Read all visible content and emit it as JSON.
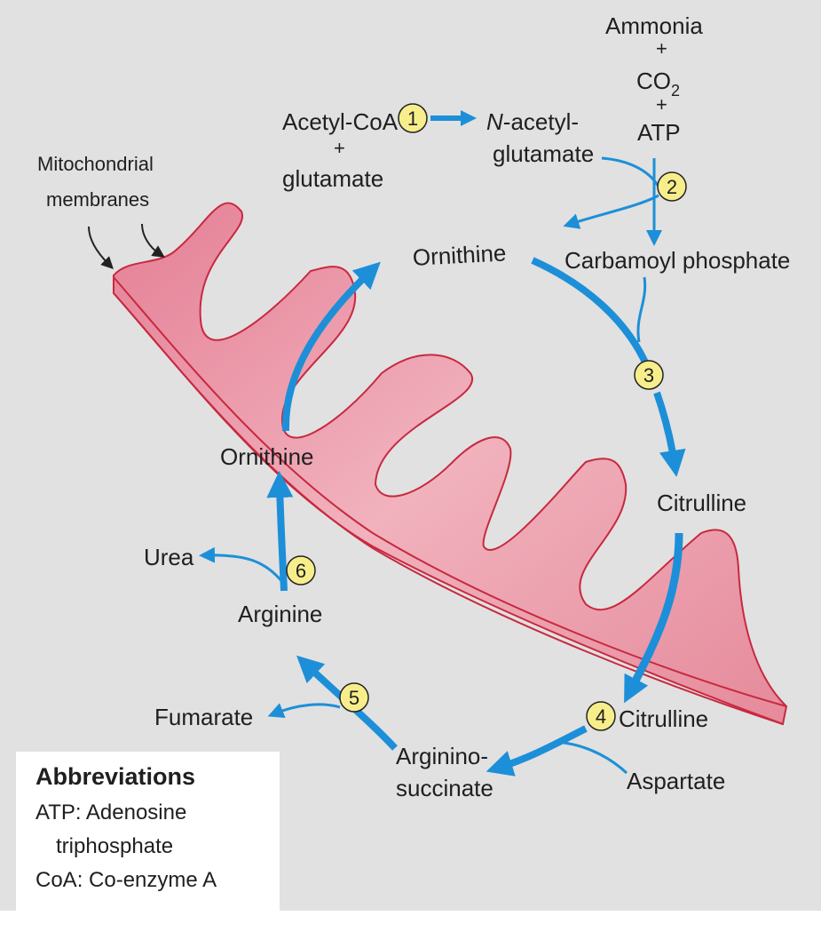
{
  "colors": {
    "background": "#e1e1e1",
    "arrow": "#1d8fd8",
    "membrane_fill": "#eba0ad",
    "membrane_edge": "#c8293f",
    "step_marker": "#f7ee8b",
    "legend_bg": "#ffffff"
  },
  "labels": {
    "mito_line1": "Mitochondrial",
    "mito_line2": "membranes",
    "acetyl_coa": "Acetyl-CoA",
    "plus_1": "+",
    "glutamate": "glutamate",
    "n_acetyl_prefix": "N",
    "n_acetyl_rest": "-acetyl-",
    "glutamate_2": "glutamate",
    "ammonia": "Ammonia",
    "plus_2": "+",
    "co2": "CO",
    "co2_sub": "2",
    "plus_3": "+",
    "atp": "ATP",
    "ornithine_top": "Ornithine",
    "carbamoyl_phosphate": "Carbamoyl phosphate",
    "citrulline_1": "Citrulline",
    "citrulline_2": "Citrulline",
    "aspartate": "Aspartate",
    "argininosuccinate_1": "Arginino-",
    "argininosuccinate_2": "succinate",
    "fumarate": "Fumarate",
    "arginine": "Arginine",
    "urea": "Urea",
    "ornithine_left": "Ornithine"
  },
  "steps": [
    "1",
    "2",
    "3",
    "4",
    "5",
    "6"
  ],
  "abbreviations": {
    "title": "Abbreviations",
    "line1": "ATP: Adenosine",
    "line2": "triphosphate",
    "line3": "CoA: Co-enzyme A"
  }
}
